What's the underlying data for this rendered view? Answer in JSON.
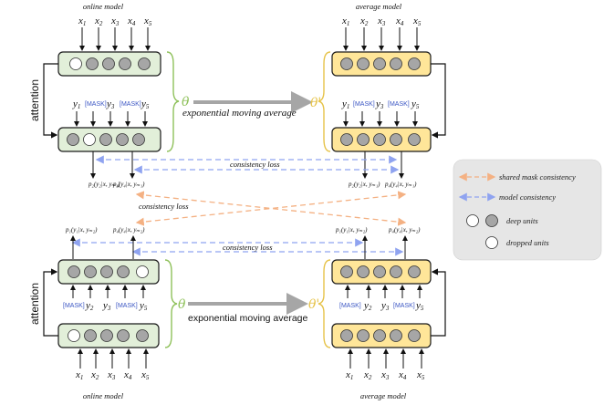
{
  "colors": {
    "online_box_fill": "#e2efd9",
    "online_box_stroke": "#1a1a1a",
    "average_box_fill": "#ffe699",
    "deep_unit": "#a6a6a6",
    "dropped_unit": "#ffffff",
    "theta_green": "#8fc15b",
    "theta_prime_yellow": "#e6c34a",
    "mask_text": "#3c57c4",
    "shared_mask_arrow": "#f4b183",
    "model_consistency_arrow": "#8fa3f0",
    "ema_arrow": "#a6a6a6",
    "legend_bg": "#e6e6e6"
  },
  "top": {
    "online_caption": "online model",
    "average_caption": "average model",
    "inputs": [
      "x",
      "x",
      "x",
      "x",
      "x"
    ],
    "input_subs": [
      "1",
      "2",
      "3",
      "4",
      "5"
    ],
    "decoder_inputs": [
      {
        "text": "y",
        "sub": "1",
        "mask": false
      },
      {
        "text": "[MASK]",
        "sub": "",
        "mask": true
      },
      {
        "text": "y",
        "sub": "3",
        "mask": false
      },
      {
        "text": "[MASK]",
        "sub": "",
        "mask": true
      },
      {
        "text": "y",
        "sub": "5",
        "mask": false
      }
    ],
    "ema_label": "exponential moving average",
    "attention_label": "attention",
    "theta": "θ",
    "theta_prime": "θ'",
    "prob_left_1": "p₂(y₂|x, yₘ₁)",
    "prob_left_2": "p₄(y₄|x, yₘ₁)",
    "prob_right_1": "p₂(y₂|x, yₘ₁)",
    "prob_right_2": "p₄(y₄|x, yₘ₁)"
  },
  "bottom": {
    "online_caption": "online model",
    "average_caption": "average model",
    "inputs": [
      "x",
      "x",
      "x",
      "x",
      "x"
    ],
    "input_subs": [
      "1",
      "2",
      "3",
      "4",
      "5"
    ],
    "decoder_inputs": [
      {
        "text": "[MASK]",
        "sub": "",
        "mask": true
      },
      {
        "text": "y",
        "sub": "2",
        "mask": false
      },
      {
        "text": "y",
        "sub": "3",
        "mask": false
      },
      {
        "text": "[MASK]",
        "sub": "",
        "mask": true
      },
      {
        "text": "y",
        "sub": "5",
        "mask": false
      }
    ],
    "ema_label": "exponential moving average",
    "attention_label": "attention",
    "theta": "θ",
    "theta_prime": "θ'",
    "prob_left_1": "p₁(y₁|x, yₘ₂)",
    "prob_left_2": "p₄(y₄|x, yₘ₂)",
    "prob_right_1": "p₁(y₁|x, yₘ₂)",
    "prob_right_2": "p₄(y₄|x, yₘ₂)"
  },
  "losses": {
    "consistency_top": "consistency loss",
    "consistency_middle": "consistency loss",
    "consistency_bottom": "consistency loss"
  },
  "legend": {
    "shared_mask": "shared mask consistency",
    "model_consistency": "model consistency",
    "deep_units": "deep units",
    "dropped_units": "dropped units"
  }
}
